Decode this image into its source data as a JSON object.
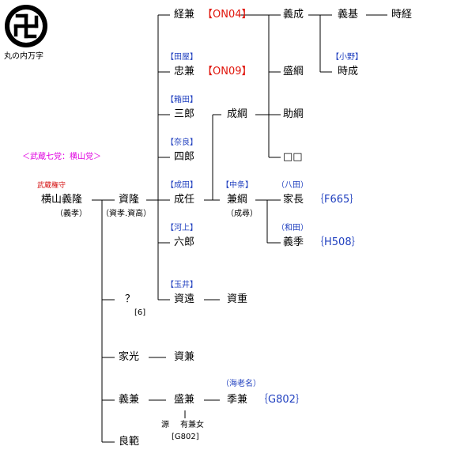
{
  "crest": {
    "icon": "manji-crest-icon",
    "caption": "丸の内万字"
  },
  "clan_label": "＜武蔵七党：横山党＞",
  "colors": {
    "blue": "#1f3fbf",
    "red": "#e0140a",
    "magenta": "#e000e0"
  },
  "people": {
    "yokoyama_yoshitaka": {
      "title": "武蔵権守",
      "name": "横山義隆",
      "alias": "（義孝）"
    },
    "sukitaka": {
      "name": "資隆",
      "alias": "（資孝.資高）"
    },
    "tsunekane": {
      "name": "経兼",
      "code": "【ON04】"
    },
    "tadakane": {
      "clan": "【田屋】",
      "name": "忠兼",
      "code": "【ON09】"
    },
    "saburo": {
      "clan": "【箱田】",
      "name": "三郎"
    },
    "shiro": {
      "clan": "【奈良】",
      "name": "四郎"
    },
    "narito": {
      "clan": "【成田】",
      "name": "成任"
    },
    "rokuro": {
      "clan": "【河上】",
      "name": "六郎"
    },
    "suketo": {
      "clan": "【玉井】",
      "name": "資遠"
    },
    "sukeshige": {
      "name": "資重"
    },
    "unknown": {
      "name": "？",
      "note": "[6]"
    },
    "ieharu": {
      "name": "家光"
    },
    "sukekane": {
      "name": "資兼"
    },
    "yoshikane": {
      "name": "義兼"
    },
    "morikane": {
      "name": "盛兼"
    },
    "wife": {
      "prefix": "源",
      "name": "有兼女",
      "note": "[G802]"
    },
    "suekane": {
      "clan": "（海老名）",
      "name": "季兼",
      "code": "｛G802｝"
    },
    "yoshinori": {
      "name": "良範"
    },
    "yoshinari": {
      "name": "義成"
    },
    "yoshimoto": {
      "name": "義基"
    },
    "tokitsune": {
      "name": "時経"
    },
    "tokinari": {
      "clan": "【小野】",
      "name": "時成"
    },
    "morituna": {
      "name": "盛綱"
    },
    "nariyuna": {
      "name": "成綱"
    },
    "suketuna": {
      "name": "助綱"
    },
    "unknown2": {
      "name": "□□"
    },
    "kanetuna": {
      "clan": "【中条】",
      "name": "兼綱",
      "alias": "（成尋）"
    },
    "ienaga": {
      "clan": "（八田）",
      "name": "家長",
      "code": "｛F665｝"
    },
    "yoshisue": {
      "clan": "（和田）",
      "name": "義季",
      "code": "｛H508｝"
    }
  }
}
